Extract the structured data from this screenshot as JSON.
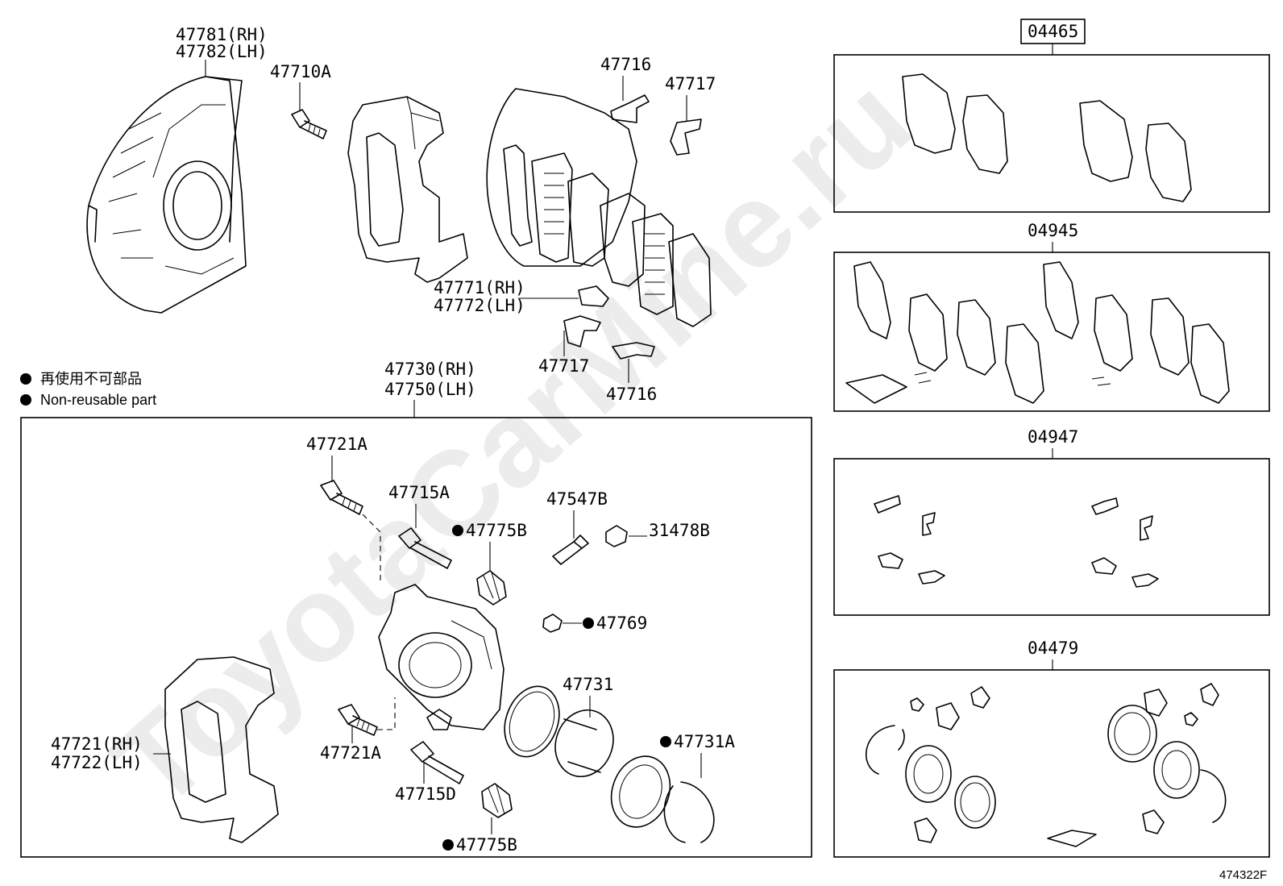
{
  "legend": {
    "items": [
      {
        "bullet": "●",
        "text": "再使用不可部品"
      },
      {
        "bullet": "●",
        "text": "Non-reusable part"
      }
    ]
  },
  "parts": {
    "dust_cover": [
      "47781(RH)",
      "47782(LH)"
    ],
    "bolt_47710A": "47710A",
    "clip_47716_top": "47716",
    "clip_47717_top": "47717",
    "shims": [
      "47771(RH)",
      "47772(LH)"
    ],
    "clip_47717_bottom": "47717",
    "clip_47716_bottom": "47716",
    "caliper_assy": [
      "47730(RH)",
      "47750(LH)"
    ],
    "bolt_47721A_top": "47721A",
    "pin_47715A": "47715A",
    "boot_47775B_top": "47775B",
    "bleeder_47547B": "47547B",
    "cap_31478B": "31478B",
    "cap_47769": "47769",
    "piston_47731": "47731",
    "ring_47731A": "47731A",
    "mounting": [
      "47721(RH)",
      "47722(LH)"
    ],
    "bolt_47721A_bottom": "47721A",
    "pin_47715D": "47715D",
    "boot_47775B_bottom": "47775B"
  },
  "kits": {
    "pads": "04465",
    "pad_kit": "04945",
    "clip_kit": "04947",
    "seal_kit": "04479"
  },
  "watermark": "ToyotaCarMine.ru",
  "diagram_ref": "474322F"
}
